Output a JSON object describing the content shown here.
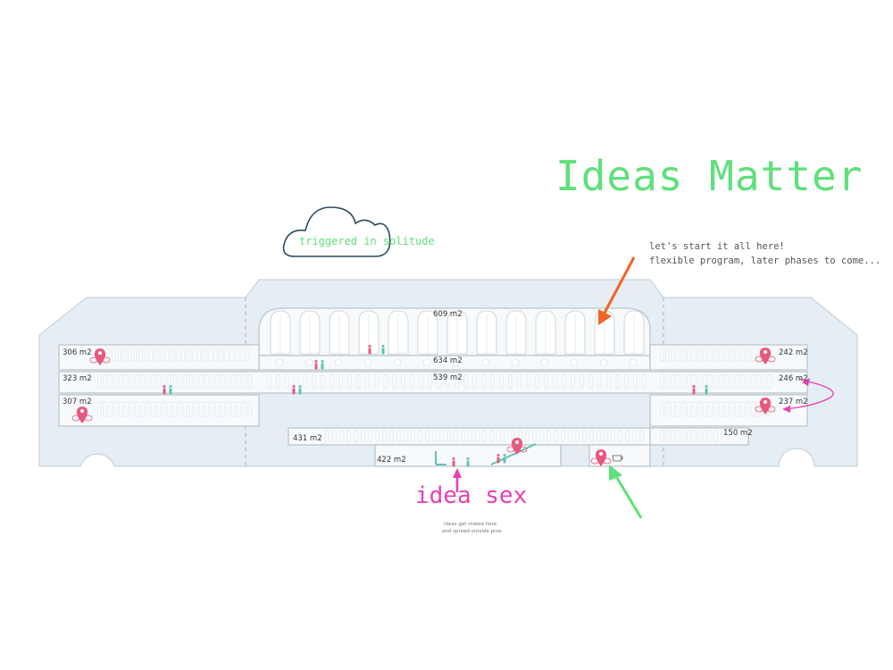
{
  "title": "Ideas Matter",
  "note_lines": [
    "let's start it all here!",
    "flexible program, later phases to come..."
  ],
  "cloud_label": "triggered in solitude",
  "idea_sex": {
    "label": "idea sex",
    "sub_lines": [
      "ideas get mated here",
      "and spread outside prox"
    ]
  },
  "areas": {
    "a609": "609 m2",
    "a634": "634 m2",
    "a539": "539 m2",
    "a306": "306 m2",
    "a323": "323 m2",
    "a307": "307 m2",
    "a242": "242 m2",
    "a246": "246 m2",
    "a237": "237 m2",
    "a431": "431 m2",
    "a422": "422 m2",
    "a150": "150 m2"
  },
  "colors": {
    "title": "#5fe07a",
    "building_fill": "#e4eef4",
    "building_stroke": "#c3ccd2",
    "floor_strip": "#f7fafc",
    "pin": "#e8597f",
    "orange_arrow": "#f26522",
    "green_arrow": "#5fe07a",
    "magenta_arrow": "#e83fb2",
    "cloud_stroke": "#2e4a5c",
    "person_pink": "#e8597f",
    "person_teal": "#5cc5b0"
  },
  "icons": [
    "cloud-icon",
    "location-pin-icon",
    "person-icon",
    "coffee-cup-icon",
    "arrow-icon"
  ]
}
